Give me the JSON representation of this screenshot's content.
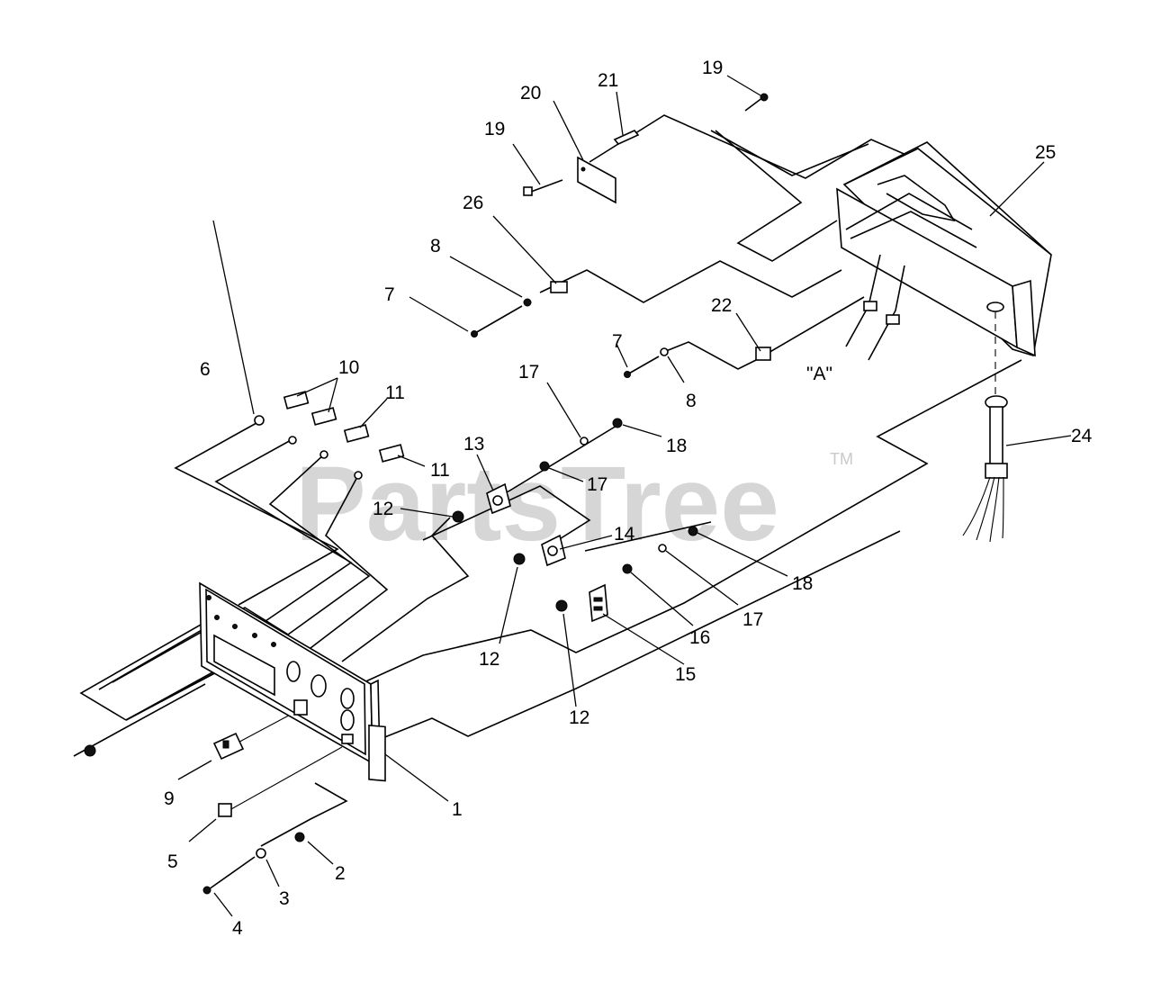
{
  "callouts": [
    {
      "id": "c1",
      "label": "1"
    },
    {
      "id": "c2",
      "label": "2"
    },
    {
      "id": "c3",
      "label": "3"
    },
    {
      "id": "c4",
      "label": "4"
    },
    {
      "id": "c5",
      "label": "5"
    },
    {
      "id": "c6",
      "label": "6"
    },
    {
      "id": "c7a",
      "label": "7"
    },
    {
      "id": "c7b",
      "label": "7"
    },
    {
      "id": "c8a",
      "label": "8"
    },
    {
      "id": "c8b",
      "label": "8"
    },
    {
      "id": "c9",
      "label": "9"
    },
    {
      "id": "c10",
      "label": "10"
    },
    {
      "id": "c11a",
      "label": "11"
    },
    {
      "id": "c11b",
      "label": "11"
    },
    {
      "id": "c12a",
      "label": "12"
    },
    {
      "id": "c12b",
      "label": "12"
    },
    {
      "id": "c12c",
      "label": "12"
    },
    {
      "id": "c13",
      "label": "13"
    },
    {
      "id": "c14",
      "label": "14"
    },
    {
      "id": "c15",
      "label": "15"
    },
    {
      "id": "c16",
      "label": "16"
    },
    {
      "id": "c17a",
      "label": "17"
    },
    {
      "id": "c17b",
      "label": "17"
    },
    {
      "id": "c17c",
      "label": "17"
    },
    {
      "id": "c18a",
      "label": "18"
    },
    {
      "id": "c18b",
      "label": "18"
    },
    {
      "id": "c19a",
      "label": "19"
    },
    {
      "id": "c19b",
      "label": "19"
    },
    {
      "id": "c20",
      "label": "20"
    },
    {
      "id": "c21",
      "label": "21"
    },
    {
      "id": "c22",
      "label": "22"
    },
    {
      "id": "c24",
      "label": "24"
    },
    {
      "id": "c25",
      "label": "25"
    },
    {
      "id": "c26",
      "label": "26"
    }
  ],
  "detail_label": "\"A\"",
  "watermark": {
    "text": "PartsTree",
    "trademark": "TM"
  }
}
